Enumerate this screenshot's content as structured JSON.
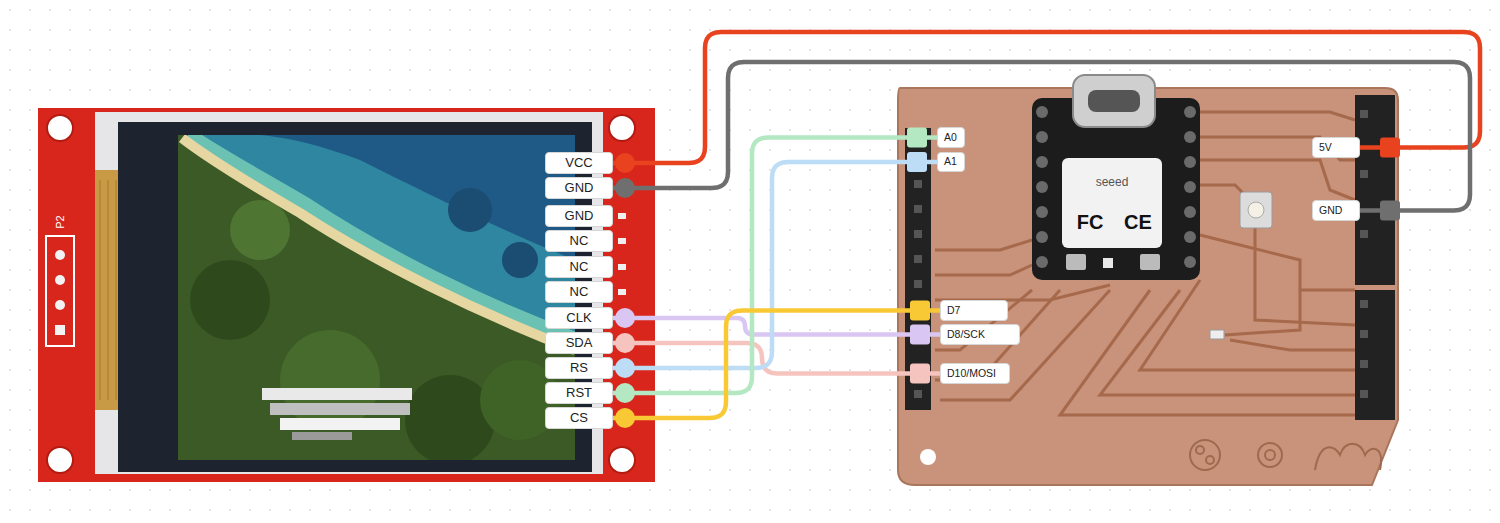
{
  "diagram": {
    "nodes": [
      {
        "text": [
          "VCC"
        ]
      },
      {
        "text": [
          "GND"
        ]
      },
      {
        "text": [
          "GND"
        ]
      },
      {
        "text": [
          "NC"
        ]
      },
      {
        "text": [
          "NC"
        ]
      },
      {
        "text": [
          "NC"
        ]
      },
      {
        "text": [
          "CLK"
        ]
      },
      {
        "text": [
          "SDA"
        ]
      },
      {
        "text": [
          "RS"
        ]
      },
      {
        "text": [
          "RST"
        ]
      },
      {
        "text": [
          "CS"
        ]
      },
      {
        "text": [
          "A0"
        ]
      },
      {
        "text": [
          "A1"
        ]
      },
      {
        "text": [
          "D7"
        ]
      },
      {
        "text": [
          "D8/SCK"
        ]
      },
      {
        "text": [
          "D10/MOSI"
        ]
      },
      {
        "text": [
          "5V"
        ]
      },
      {
        "text": [
          "GND"
        ]
      }
    ],
    "edges": [
      {
        "from": 0,
        "to": 16,
        "arrow": "none"
      },
      {
        "from": 1,
        "to": 17,
        "arrow": "none"
      },
      {
        "from": 6,
        "to": 14,
        "arrow": "none"
      },
      {
        "from": 7,
        "to": 15,
        "arrow": "none"
      },
      {
        "from": 8,
        "to": 12,
        "arrow": "none"
      },
      {
        "from": 9,
        "to": 11,
        "arrow": "none"
      },
      {
        "from": 10,
        "to": 13,
        "arrow": "none"
      }
    ],
    "labels": [
      "P2",
      "seeed",
      "FC",
      "CE"
    ]
  }
}
